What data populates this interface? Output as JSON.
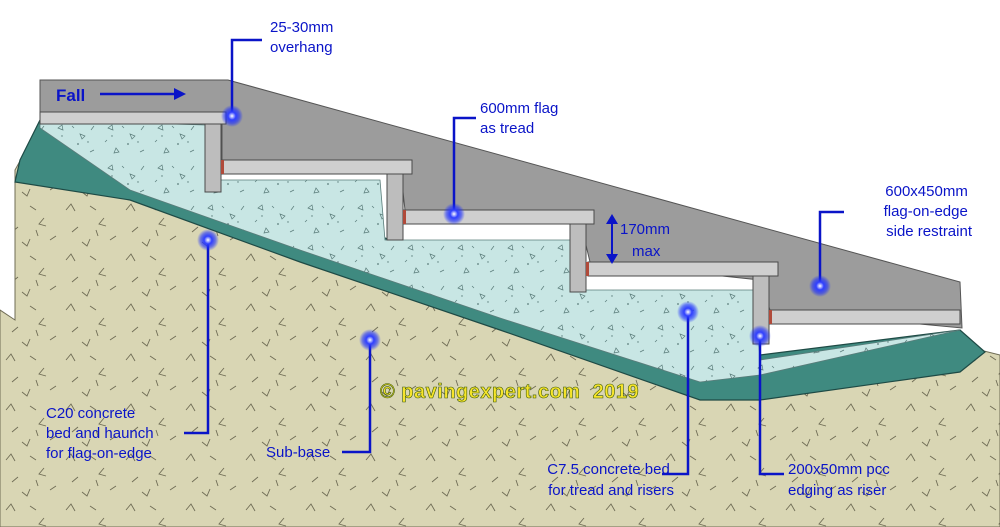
{
  "labels": {
    "overhang": [
      "25-30mm",
      "overhang"
    ],
    "flag_tread": [
      "600mm flag",
      "as tread"
    ],
    "side_restraint": [
      "600x450mm",
      "flag-on-edge",
      "side restraint"
    ],
    "riser_height": [
      "170mm",
      "max"
    ],
    "c20": [
      "C20 concrete",
      "bed and haunch",
      "for flag-on-edge"
    ],
    "subbase": [
      "Sub-base"
    ],
    "c75": [
      "C7.5 concrete bed",
      "for tread and risers"
    ],
    "edging": [
      "200x50mm pcc",
      "edging as riser"
    ],
    "fall": "Fall"
  },
  "watermark": "© pavingexpert.com  2019",
  "colors": {
    "label_blue": "#0a14c8",
    "flag_grey": "#9c9c9c",
    "c20_teal": "#3f8a80",
    "c75_pale": "#c8e6e4",
    "subbase_beige": "#d9d6b4",
    "marker_blue": "#1a2cff"
  }
}
